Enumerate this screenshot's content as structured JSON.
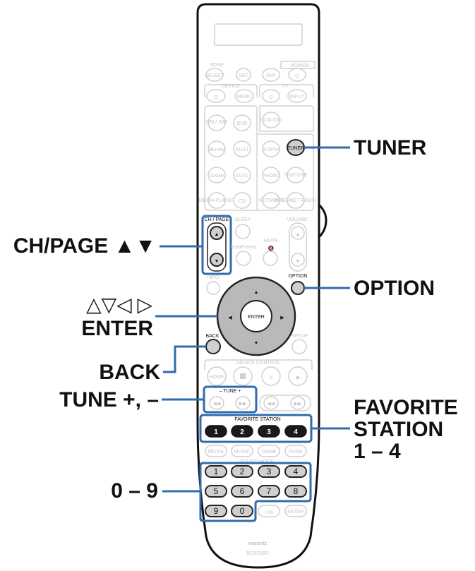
{
  "remote": {
    "labels": {
      "zone": "ZONE",
      "select": "SELECT",
      "set": "SET",
      "power": "POWER",
      "avr": "AVR",
      "device": "DEVICE",
      "menu": "MENU",
      "tv": "TV",
      "input": "INPUT",
      "cbl_sat": "CBL/ SAT",
      "dvd": "DVD",
      "tv_audio": "TV AUDIO",
      "bluray": "Blu-ray",
      "aux1": "AUX1",
      "m_xport": "M-XPort",
      "tuner": "TUNER",
      "game": "GAME",
      "aux2": "AUX2",
      "phono": "PHONO",
      "ipod_usb": "iPod/ USB",
      "media_player": "MEDIA PLAYER",
      "cd": "CD",
      "network": "NETWORK",
      "internet_radio": "INTERNET RADIO",
      "ch_page": "CH / PAGE",
      "sleep": "SLEEP",
      "volume": "VOLUME",
      "instaprevue": "InstaPrevue",
      "mute": "MUTE",
      "info": "INFO",
      "option": "OPTION",
      "enter": "ENTER",
      "back": "BACK",
      "setup": "SETUP",
      "device_control": "DEVICE CONTROL",
      "home": "HOME",
      "tune": "–  TUNE  +",
      "favorite_station": "FAVORITE STATION",
      "fav_1": "1",
      "fav_2": "2",
      "fav_3": "3",
      "fav_4": "4",
      "movie": "MOVIE",
      "music": "MUSIC",
      "game_mode": "GAME",
      "pure": "PURE",
      "sound_mode": "SOUND MODE",
      "num_1": "1",
      "num_2": "2",
      "num_3": "3",
      "num_4": "4",
      "num_5": "5",
      "num_6": "6",
      "num_7": "7",
      "num_8": "8",
      "num_9": "9",
      "num_0": "0",
      "plus10": "+10",
      "enter_small": "ENTER",
      "brand": "marantz",
      "model": "RC023SR"
    }
  },
  "callouts": {
    "tuner": "TUNER",
    "ch_page": "CH/PAGE ▲▼",
    "arrows": "△▽◁ ▷",
    "enter": "ENTER",
    "option": "OPTION",
    "back": "BACK",
    "tune": "TUNE +, –",
    "favorite_line1": "FAVORITE",
    "favorite_line2": "STATION",
    "favorite_line3": "1 – 4",
    "digits": "0 – 9"
  },
  "colors": {
    "accent_blue": "#2f6cb0",
    "faded_text": "#c8c8c8",
    "faded_line": "#d4d4d4",
    "highlight_fill": "#cfcfcf"
  }
}
